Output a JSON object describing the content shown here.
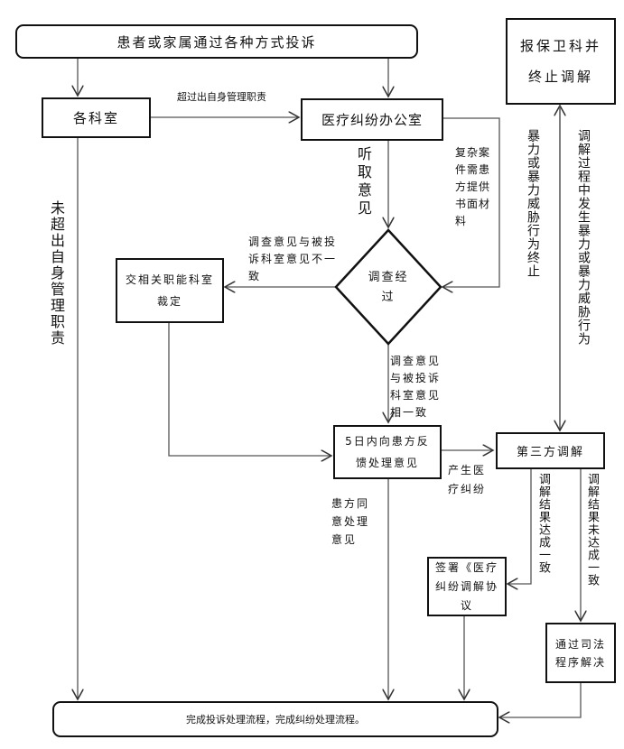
{
  "nodes": {
    "complaint": "患者或家属通过各种方式投诉",
    "security": "报保卫科并终止调解",
    "departments": "各科室",
    "office": "医疗纠纷办公室",
    "investigate": "调查经过",
    "functional": "交相关职能科室裁定",
    "feedback": "5日内向患方反馈处理意见",
    "mediation": "第三方调解",
    "agreement": "签署《医疗纠纷调解协议",
    "judicial": "通过司法程序解决",
    "complete": "完成投诉处理流程，完成纠纷处理流程。"
  },
  "labels": {
    "exceed": "超过出自身管理职责",
    "not_exceed": "未超出自身管理职责",
    "listen": "听取意见",
    "complex": "复杂案件需患方提供书面材料",
    "inconsistent": "调查意见与被投诉科室意见不一致",
    "consistent": "调查意见与被投诉科室意见相一致",
    "dispute": "产生医疗纠纷",
    "violence_end": "暴力或暴力威胁行为终止",
    "violence_occur": "调解过程中发生暴力或暴力威胁行为",
    "agreed": "调解结果达成一致",
    "not_agreed": "调解结果未达成一致",
    "patient_agree": "患方同意处理意见"
  }
}
